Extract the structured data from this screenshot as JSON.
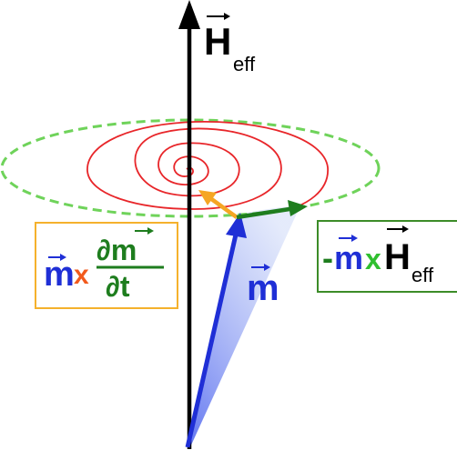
{
  "labels": {
    "h_eff_symbol": "H",
    "h_eff_sub": "eff",
    "m_symbol": "m",
    "damping": {
      "m": "m",
      "cross": "x",
      "partial_top": "∂m",
      "partial_bottom": "∂t"
    },
    "precession": {
      "sign": "-",
      "m": "m",
      "cross": "x",
      "h": "H",
      "h_sub": "eff"
    }
  },
  "colors": {
    "axis": "#000000",
    "m_vector": "#1f2fd6",
    "spiral": "#e8262a",
    "ellipse": "#6fd35a",
    "damping_arrow": "#f5a623",
    "precession_arrow": "#1e7d1e",
    "damping_box_border": "#f5b12c",
    "precession_box_border": "#3c8c28",
    "cross_damping": "#f25a1c",
    "cross_precession": "#2fbf2f",
    "cone_fill": "#6f86f0"
  }
}
